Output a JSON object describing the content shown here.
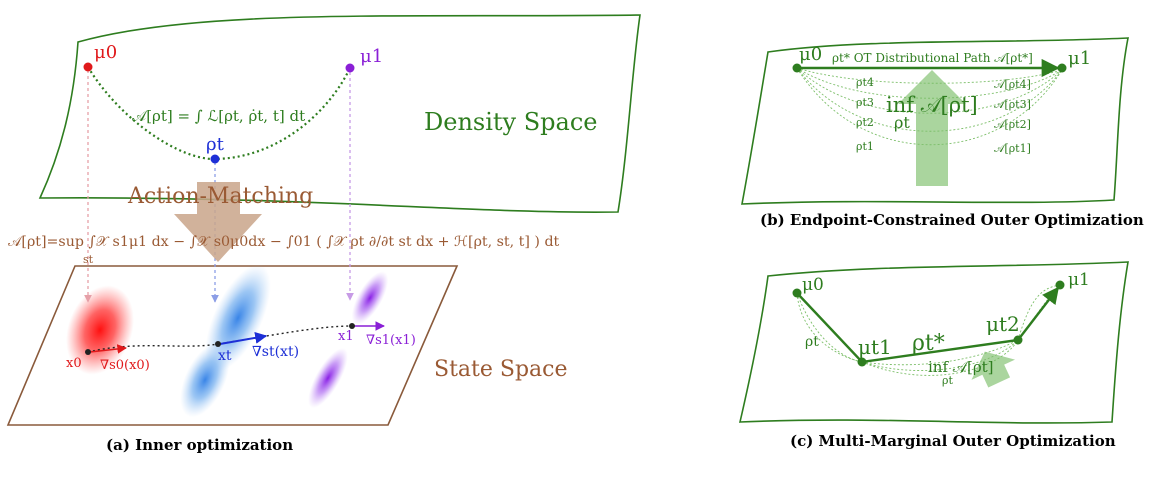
{
  "colors": {
    "density_green": "#2e7d1f",
    "light_green": "#7dbf6a",
    "state_brown": "#8a5a3b",
    "red": "#e0191b",
    "blue": "#1d2fd6",
    "purple": "#8a1fd6",
    "arrow_tan": "#c9a48a"
  },
  "panel_a": {
    "density_space_label": "Density Space",
    "state_space_label": "State Space",
    "mu0": "μ0",
    "mu1": "μ1",
    "rho_t": "ρt",
    "action_integral": "𝒜[ρt] = ∫ ℒ[ρt, ρ̇t, t] dt",
    "action_matching_label": "Action-Matching",
    "action_matching_equation": "𝒜[ρt]=sup ∫𝒳 s1μ1 dx − ∫𝒳 s0μ0dx − ∫01 ( ∫𝒳 ρt ∂/∂t st dx + ℋ[ρt, st, t] ) dt",
    "sup_subscript": "st",
    "x0": "x0",
    "xt": "xt",
    "x1": "x1",
    "grad_s0": "∇s0(x0)",
    "grad_st": "∇st(xt)",
    "grad_s1": "∇s1(x1)",
    "caption": "(a) Inner optimization"
  },
  "panel_b": {
    "mu0": "μ0",
    "mu1": "μ1",
    "path_label": "ρt* OT Distributional Path 𝒜[ρt*]",
    "inf_label": "inf 𝒜[ρt]",
    "rho_t": "ρt",
    "rho4": "ρt4",
    "rho3": "ρt3",
    "rho2": "ρt2",
    "rho1": "ρt1",
    "a4": "𝒜[ρt4]",
    "a3": "𝒜[ρt3]",
    "a2": "𝒜[ρt2]",
    "a1": "𝒜[ρt1]",
    "caption": "(b) Endpoint-Constrained Outer Optimization"
  },
  "panel_c": {
    "mu0": "μ0",
    "mu1": "μ1",
    "mu_t1": "μt1",
    "mu_t2": "μt2",
    "rho_star": "ρt*",
    "rho_t_left": "ρt",
    "rho_t_bottom": "ρt",
    "inf_label": "inf 𝒜[ρt]",
    "caption": "(c) Multi-Marginal Outer Optimization"
  }
}
